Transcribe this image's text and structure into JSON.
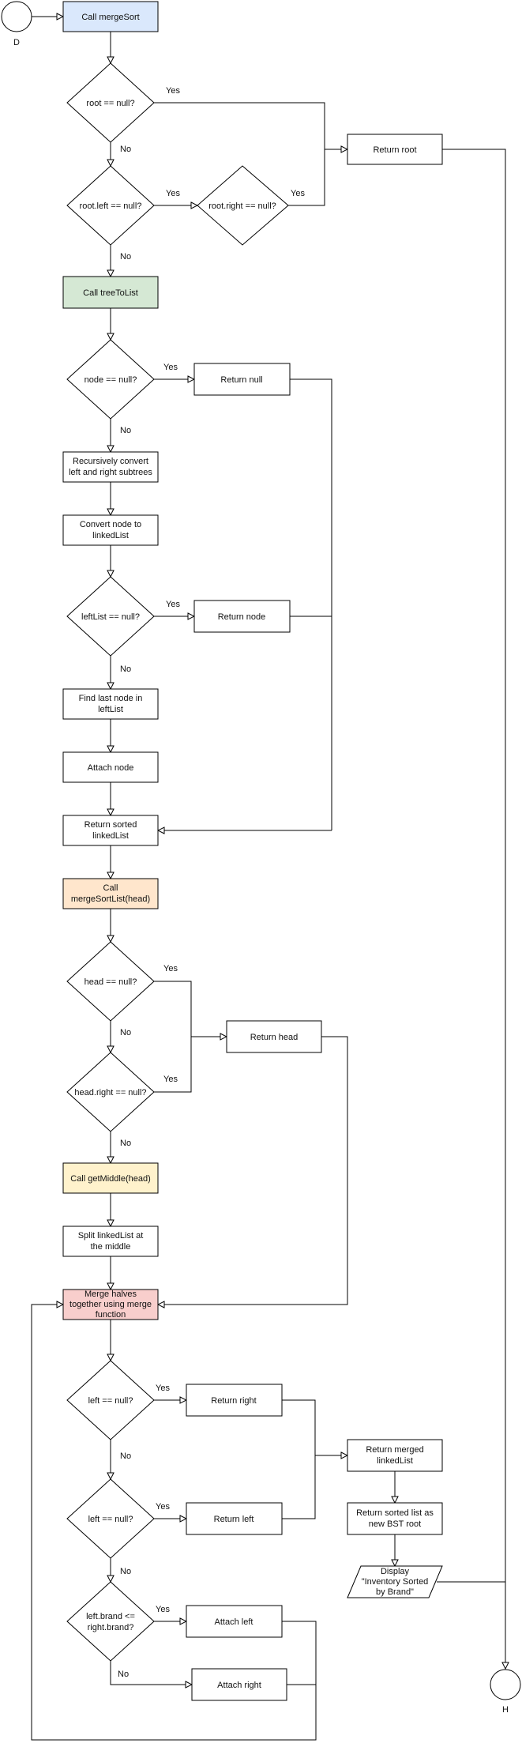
{
  "connectors": {
    "start": "D",
    "end": "H"
  },
  "colors": {
    "blue_fill": "#dae8fc",
    "blue_stroke": "#6c8ebf",
    "green_fill": "#d5e8d4",
    "green_stroke": "#82b366",
    "orange_fill": "#ffe6cc",
    "orange_stroke": "#d79b00",
    "yellow_fill": "#fff2cc",
    "yellow_stroke": "#d6b656",
    "red_fill": "#f8cecc",
    "red_stroke": "#b85450"
  },
  "nodes": {
    "call_mergesort": "Call mergeSort",
    "root_null": "root == null?",
    "root_left_null": "root.left == null?",
    "root_right_null": "root.right == null?",
    "return_root": "Return root",
    "call_treetolist": "Call treeToList",
    "node_null": "node == null?",
    "return_null": "Return null",
    "recursively_convert": [
      "Recursively convert",
      "left and right subtrees"
    ],
    "convert_node": [
      "Convert node to",
      "linkedList"
    ],
    "leftlist_null": "leftList == null?",
    "return_node": "Return node",
    "find_last": [
      "Find last node in",
      "leftList"
    ],
    "attach_node": "Attach node",
    "return_sorted_linkedlist": [
      "Return sorted",
      "linkedList"
    ],
    "call_mergesortlist": [
      "Call",
      "mergeSortList(head)"
    ],
    "head_null": "head == null?",
    "return_head": "Return head",
    "head_right_null": "head.right == null?",
    "call_getmiddle": "Call getMiddle(head)",
    "split_linkedlist": [
      "Split linkedList at",
      "the middle"
    ],
    "merge_halves": [
      "Merge halves",
      "together using merge",
      "function"
    ],
    "left_null_1": "left == null?",
    "return_right": "Return right",
    "return_merged": [
      "Return merged",
      "linkedList"
    ],
    "left_null_2": "left == null?",
    "return_left": "Return left",
    "return_sorted_bst": [
      "Return sorted list as",
      "new BST root"
    ],
    "display": [
      "Display",
      "\"Inventory Sorted",
      "by Brand\""
    ],
    "compare_brand": [
      "left.brand <=",
      "right.brand?"
    ],
    "attach_left": "Attach left",
    "attach_right": "Attach right"
  },
  "edge_labels": {
    "yes": "Yes",
    "no": "No"
  }
}
